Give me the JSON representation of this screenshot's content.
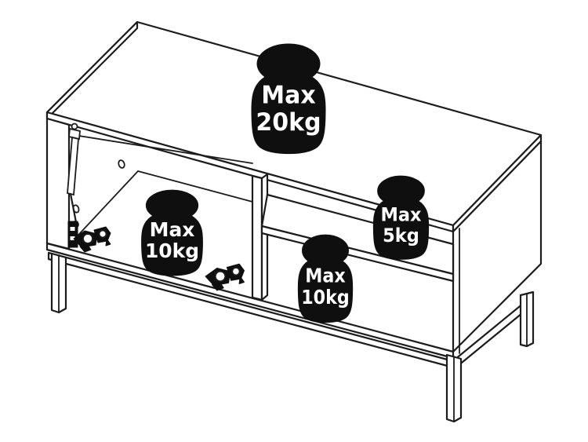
{
  "page": {
    "background_color": "#ffffff"
  },
  "diagram": {
    "stroke_color": "#1c1c1c",
    "weight_fill_color": "#0f0f0f",
    "weight_text_color": "#ffffff",
    "weights": [
      {
        "id": "weight-top-panel",
        "line1": "Max",
        "line2": "20kg"
      },
      {
        "id": "weight-left-compartment",
        "line1": "Max",
        "line2": "10kg"
      },
      {
        "id": "weight-right-shelf",
        "line1": "Max",
        "line2": "5kg"
      },
      {
        "id": "weight-right-bottom",
        "line1": "Max",
        "line2": "10kg"
      }
    ]
  }
}
